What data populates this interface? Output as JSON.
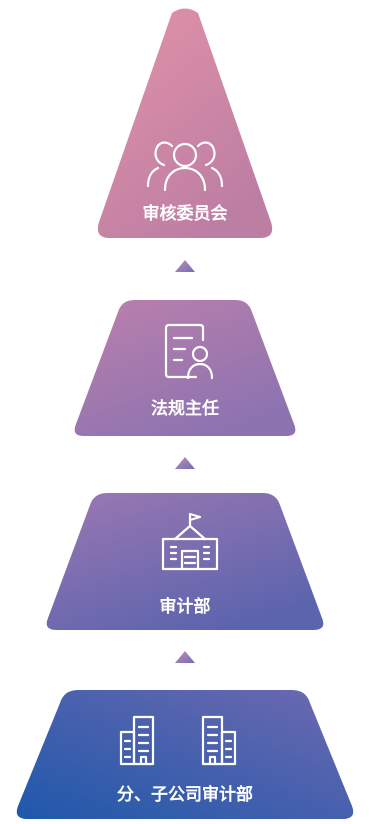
{
  "tiers": [
    {
      "label": "审核委员会",
      "icon": "people-group-icon",
      "level": 1
    },
    {
      "label": "法规主任",
      "icon": "document-person-icon",
      "level": 2
    },
    {
      "label": "审计部",
      "icon": "building-flag-icon",
      "level": 3
    },
    {
      "label": "分、子公司审计部",
      "icon": "buildings-icon",
      "level": 4
    }
  ],
  "connectors": [
    {
      "icon": "up-arrow-icon",
      "between": "level-2-to-level-1"
    },
    {
      "icon": "up-arrow-icon",
      "between": "level-3-to-level-2"
    },
    {
      "icon": "up-arrow-icon",
      "between": "level-4-to-level-3"
    }
  ],
  "colors": {
    "top_pink": "#dd8fa6",
    "mid_purple": "#9a78b2",
    "lower_purple": "#6f67b0",
    "bottom_blue": "#1f5aac"
  }
}
